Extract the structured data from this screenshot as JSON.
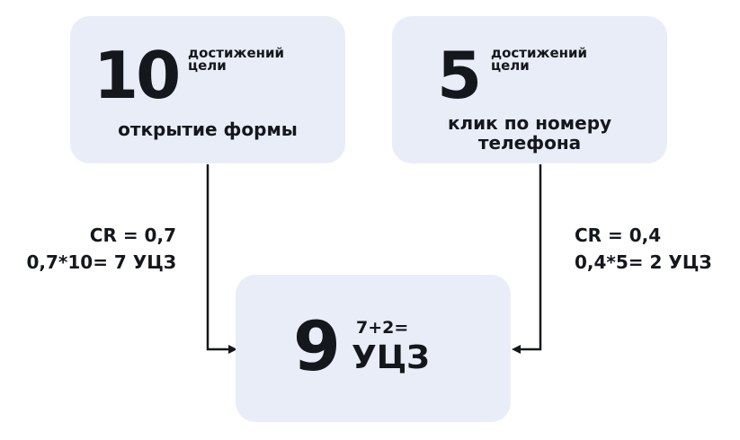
{
  "left_box": {
    "number": "10",
    "caption_line1": "достижений",
    "caption_line2": "цели",
    "label": "открытие формы"
  },
  "right_box": {
    "number": "5",
    "caption_line1": "достижений",
    "caption_line2": "цели",
    "label_line1": "клик по номеру",
    "label_line2": "телефона"
  },
  "left_calc": {
    "line1": "CR = 0,7",
    "line2": "0,7*10= 7 УЦЗ"
  },
  "right_calc": {
    "line1": "CR = 0,4",
    "line2": "0,4*5= 2 УЦЗ"
  },
  "bottom_box": {
    "number": "9",
    "formula": "7+2=",
    "unit": "УЦЗ"
  },
  "colors": {
    "box_fill": "#e8edf8",
    "text": "#14171c",
    "line": "#14171c"
  }
}
